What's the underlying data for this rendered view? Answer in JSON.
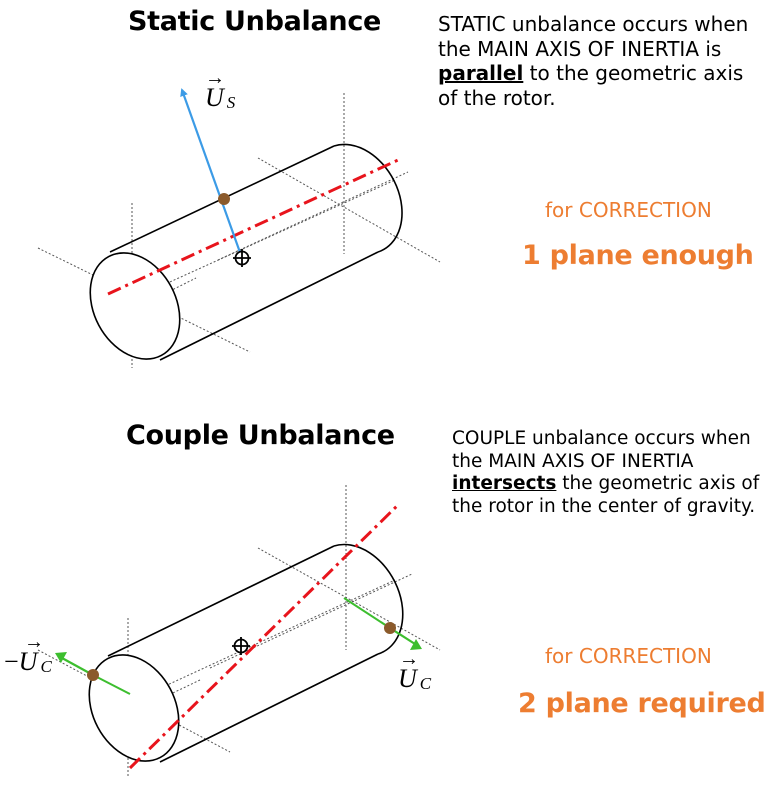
{
  "static": {
    "title": "Static Unbalance",
    "desc_before": "STATIC unbalance occurs when the MAIN AXIS OF INERTIA is ",
    "desc_keyword": "parallel",
    "desc_after": " to the geometric axis of the rotor.",
    "correction_label": "for CORRECTION",
    "planes_label": "1 plane enough",
    "vector_symbol": "U",
    "vector_subscript": "S"
  },
  "couple": {
    "title": "Couple Unbalance",
    "desc_before": "COUPLE unbalance occurs when the MAIN AXIS OF INERTIA ",
    "desc_keyword": "intersects",
    "desc_after": " the geometric axis of the rotor in the center of gravity.",
    "correction_label": "for CORRECTION",
    "planes_label": "2 plane required",
    "vector_left_sign": "−",
    "vector_symbol": "U",
    "vector_subscript": "C"
  },
  "colors": {
    "accent_orange": "#ED7D31",
    "static_vector": "#3C9BE6",
    "couple_vector": "#3DBE2F",
    "inertia_axis": "#E8141C",
    "unbalance_mass": "#8B5A2B"
  }
}
